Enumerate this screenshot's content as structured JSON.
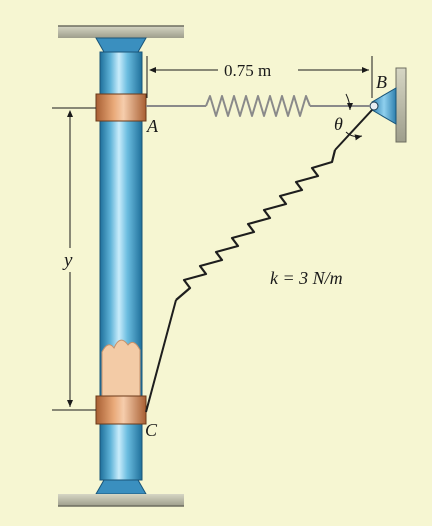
{
  "figure": {
    "dimension_label": "0.75 m",
    "spring_label": "k = 3 N/m",
    "points": {
      "a": "A",
      "b": "B",
      "c": "C"
    },
    "angle_label": "θ",
    "height_label": "y"
  },
  "colors": {
    "background": "#f6f6d2",
    "pole_mid": "#5fb3d8",
    "pole_dark": "#1f6f9a",
    "collar": "#c98a5a",
    "ground": "#b9b9a6",
    "bracket": "#4aa6d0",
    "spring": "#1e1e1e",
    "spring_ab": "#8a8a8a"
  }
}
